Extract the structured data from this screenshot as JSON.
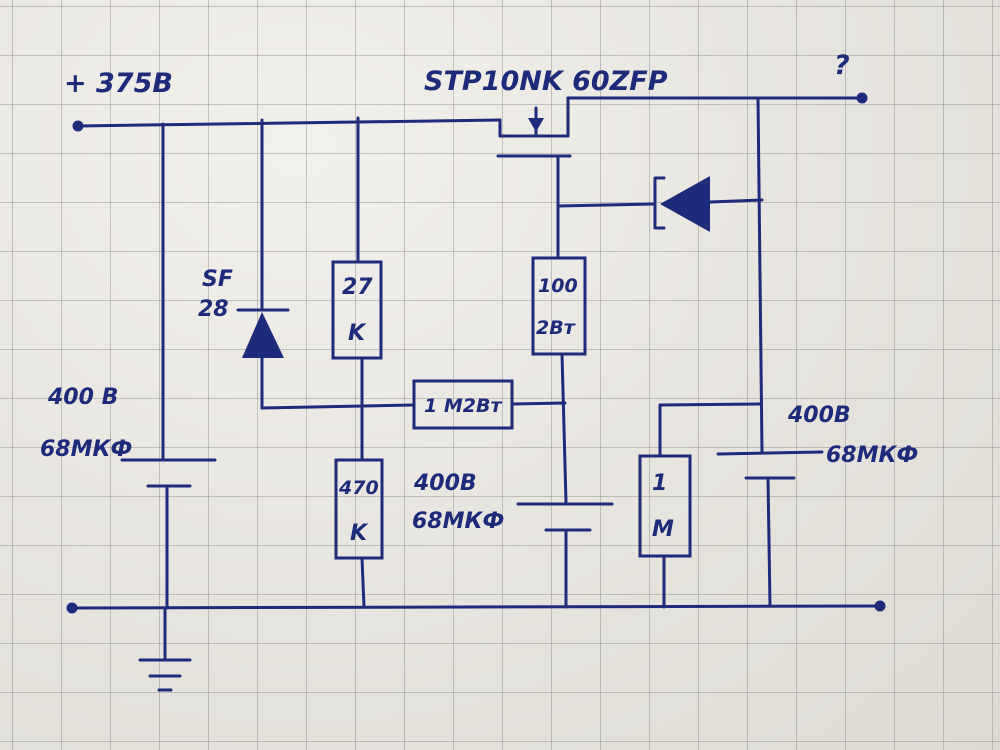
{
  "diagram": {
    "supply_label": "+ 375В",
    "output_label": "?",
    "mosfet_label": "STP10NK 60ZFP",
    "diode_label_line1": "SF",
    "diode_label_line2": "28",
    "resistor_27k_line1": "27",
    "resistor_27k_line2": "K",
    "resistor_470k_line1": "470",
    "resistor_470k_line2": "K",
    "resistor_100_line1": "100",
    "resistor_100_line2": "2Вт",
    "resistor_1m2_label": "1 М2Вт",
    "resistor_1m_line1": "1",
    "resistor_1m_line2": "M",
    "cap_left_voltage": "400 В",
    "cap_left_capacitance": "68МКФ",
    "cap_mid_voltage": "400В",
    "cap_mid_capacitance": "68МКФ",
    "cap_right_voltage": "400В",
    "cap_right_capacitance": "68МКФ"
  }
}
